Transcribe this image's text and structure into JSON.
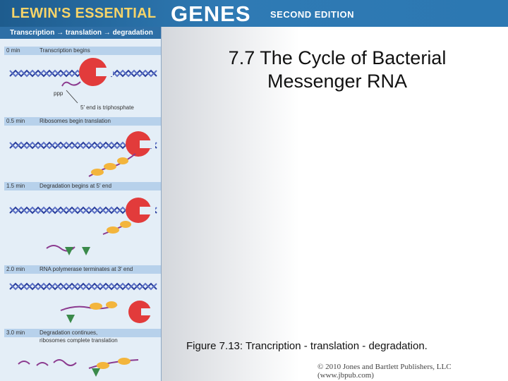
{
  "banner": {
    "brand_part1": "LEWIN'S ESSENTIAL",
    "brand_part2": "GENES",
    "brand_part3": "SECOND EDITION"
  },
  "figure": {
    "header": "Transcription → translation → degradation",
    "lanes": [
      {
        "time": "0 min",
        "caption": "Transcription begins"
      },
      {
        "time": "0.5 min",
        "caption": "Ribosomes begin translation"
      },
      {
        "time": "1.5 min",
        "caption": "Degradation begins at 5′ end"
      },
      {
        "time": "2.0 min",
        "caption": "RNA polymerase terminates at 3′ end"
      },
      {
        "time": "3.0 min",
        "caption": "Degradation continues,",
        "caption_line2": "ribosomes complete translation"
      }
    ],
    "label_ppp": "ppp",
    "label_triphosphate": "5′ end is triphosphate"
  },
  "slide": {
    "title_line1": "7.7 The Cycle of Bacterial",
    "title_line2": "Messenger RNA",
    "caption": "Figure 7.13: Trancription - translation - degradation.",
    "copyright": "© 2010 Jones and Bartlett Publishers, LLC (www.jbpub.com)"
  },
  "colors": {
    "banner": "#2f7ab4",
    "panel": "#e4eef7",
    "dna": "#2a3f9e",
    "polymerase": "#e23b3b",
    "ribosome": "#f3b53c",
    "mrna": "#8b3a8f"
  }
}
